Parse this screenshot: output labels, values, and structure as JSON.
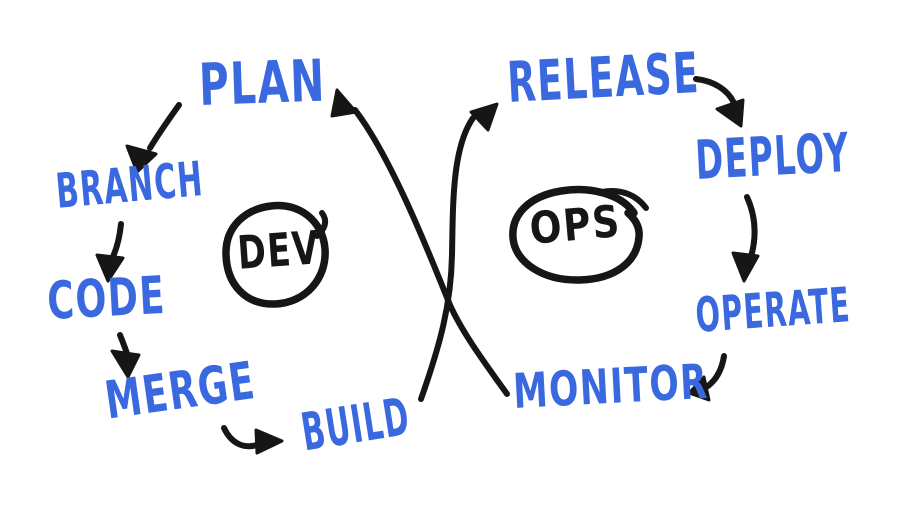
{
  "colors": {
    "stage_text": "#3A69DF",
    "ink": "#161616",
    "background": "#FFFFFF"
  },
  "stages": {
    "plan": "PLAN",
    "branch": "BRANCH",
    "code": "CODE",
    "merge": "MERGE",
    "build": "BUILD",
    "release": "RELEASE",
    "deploy": "DEPLOY",
    "operate": "OPERATE",
    "monitor": "MONITOR"
  },
  "loops": {
    "dev": {
      "label": "DEV",
      "stages": [
        "PLAN",
        "BRANCH",
        "CODE",
        "MERGE",
        "BUILD"
      ]
    },
    "ops": {
      "label": "OPS",
      "stages": [
        "RELEASE",
        "DEPLOY",
        "OPERATE",
        "MONITOR"
      ]
    }
  },
  "edges": [
    {
      "from": "PLAN",
      "to": "BRANCH"
    },
    {
      "from": "BRANCH",
      "to": "CODE"
    },
    {
      "from": "CODE",
      "to": "MERGE"
    },
    {
      "from": "MERGE",
      "to": "BUILD"
    },
    {
      "from": "BUILD",
      "to": "RELEASE"
    },
    {
      "from": "RELEASE",
      "to": "DEPLOY"
    },
    {
      "from": "DEPLOY",
      "to": "OPERATE"
    },
    {
      "from": "OPERATE",
      "to": "MONITOR"
    },
    {
      "from": "MONITOR",
      "to": "PLAN"
    }
  ]
}
